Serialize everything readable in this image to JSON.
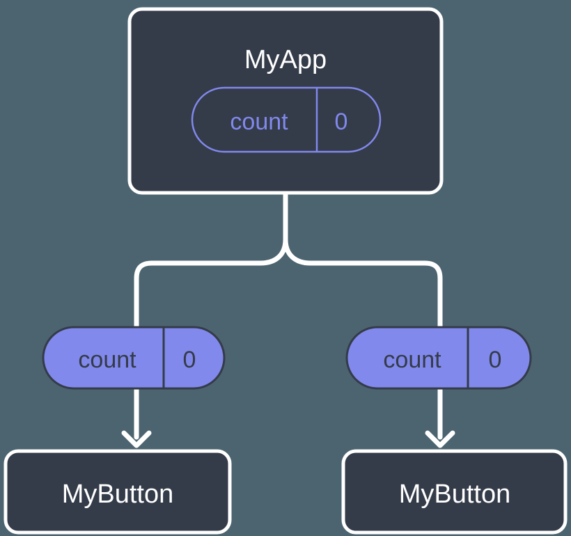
{
  "diagram": {
    "title_node": {
      "label": "MyApp",
      "state_pill": {
        "name": "count",
        "value": "0",
        "style": "outlined"
      }
    },
    "children": [
      {
        "state_pill": {
          "name": "count",
          "value": "0",
          "style": "filled"
        },
        "node": {
          "label": "MyButton"
        }
      },
      {
        "state_pill": {
          "name": "count",
          "value": "0",
          "style": "filled"
        },
        "node": {
          "label": "MyButton"
        }
      }
    ],
    "colors": {
      "background": "#4c6470",
      "node_fill": "#343b49",
      "node_stroke": "#ffffff",
      "node_text": "#ffffff",
      "accent": "#8189ec",
      "pill_fill": "#8189ec",
      "pill_text_dark": "#343b49",
      "connector": "#ffffff"
    }
  }
}
